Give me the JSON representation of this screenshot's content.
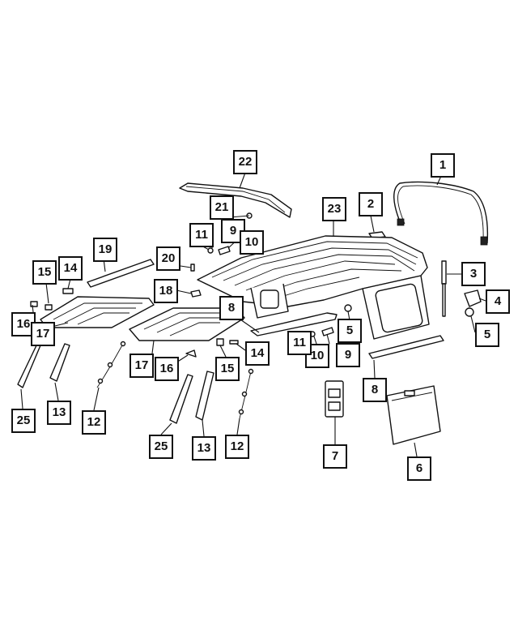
{
  "callouts": [
    {
      "id": "c1",
      "label": "1"
    },
    {
      "id": "c2",
      "label": "2"
    },
    {
      "id": "c3",
      "label": "3"
    },
    {
      "id": "c4",
      "label": "4"
    },
    {
      "id": "c5a",
      "label": "5"
    },
    {
      "id": "c5b",
      "label": "5"
    },
    {
      "id": "c6",
      "label": "6"
    },
    {
      "id": "c7",
      "label": "7"
    },
    {
      "id": "c8a",
      "label": "8"
    },
    {
      "id": "c8b",
      "label": "8"
    },
    {
      "id": "c9a",
      "label": "9"
    },
    {
      "id": "c9b",
      "label": "9"
    },
    {
      "id": "c10a",
      "label": "10"
    },
    {
      "id": "c10b",
      "label": "10"
    },
    {
      "id": "c11a",
      "label": "11"
    },
    {
      "id": "c11b",
      "label": "11"
    },
    {
      "id": "c12a",
      "label": "12"
    },
    {
      "id": "c12b",
      "label": "12"
    },
    {
      "id": "c13a",
      "label": "13"
    },
    {
      "id": "c13b",
      "label": "13"
    },
    {
      "id": "c14a",
      "label": "14"
    },
    {
      "id": "c14b",
      "label": "14"
    },
    {
      "id": "c15a",
      "label": "15"
    },
    {
      "id": "c15b",
      "label": "15"
    },
    {
      "id": "c16a",
      "label": "16"
    },
    {
      "id": "c16b",
      "label": "16"
    },
    {
      "id": "c17a",
      "label": "17"
    },
    {
      "id": "c17b",
      "label": "17"
    },
    {
      "id": "c18",
      "label": "18"
    },
    {
      "id": "c19",
      "label": "19"
    },
    {
      "id": "c20",
      "label": "20"
    },
    {
      "id": "c21",
      "label": "21"
    },
    {
      "id": "c22",
      "label": "22"
    },
    {
      "id": "c23",
      "label": "23"
    },
    {
      "id": "c25a",
      "label": "25"
    },
    {
      "id": "c25b",
      "label": "25"
    }
  ]
}
